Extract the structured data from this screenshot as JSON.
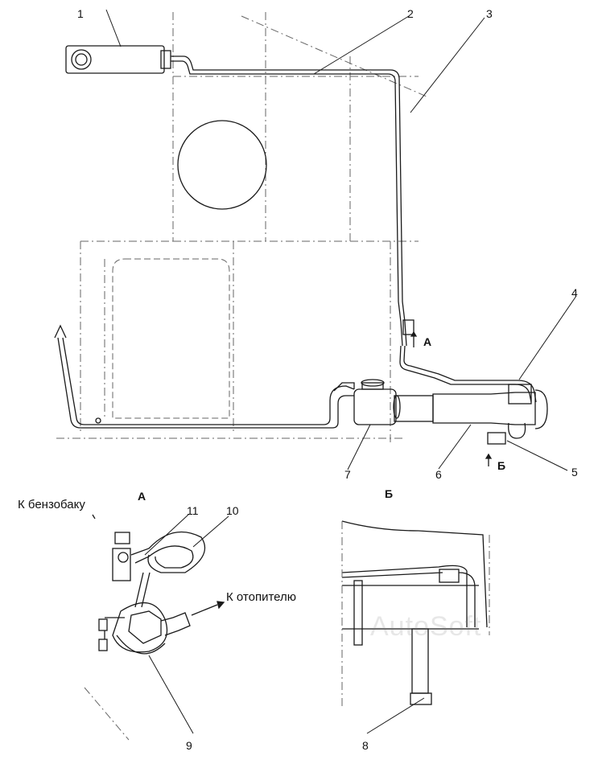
{
  "callouts": {
    "c1": "1",
    "c2": "2",
    "c3": "3",
    "c4": "4",
    "c5": "5",
    "c6": "6",
    "c7": "7",
    "c8": "8",
    "c9": "9",
    "c10": "10",
    "c11": "11"
  },
  "markers": {
    "a_marker": "А",
    "b_marker": "Б"
  },
  "views": {
    "view_a_title": "А",
    "view_b_title": "Б"
  },
  "notes": {
    "to_fuel_tank": "К бензобаку",
    "to_heater": "К отопителю"
  },
  "watermark": "AutoSoft",
  "colors": {
    "line": "#1a1a1a",
    "dashed": "#666666"
  }
}
